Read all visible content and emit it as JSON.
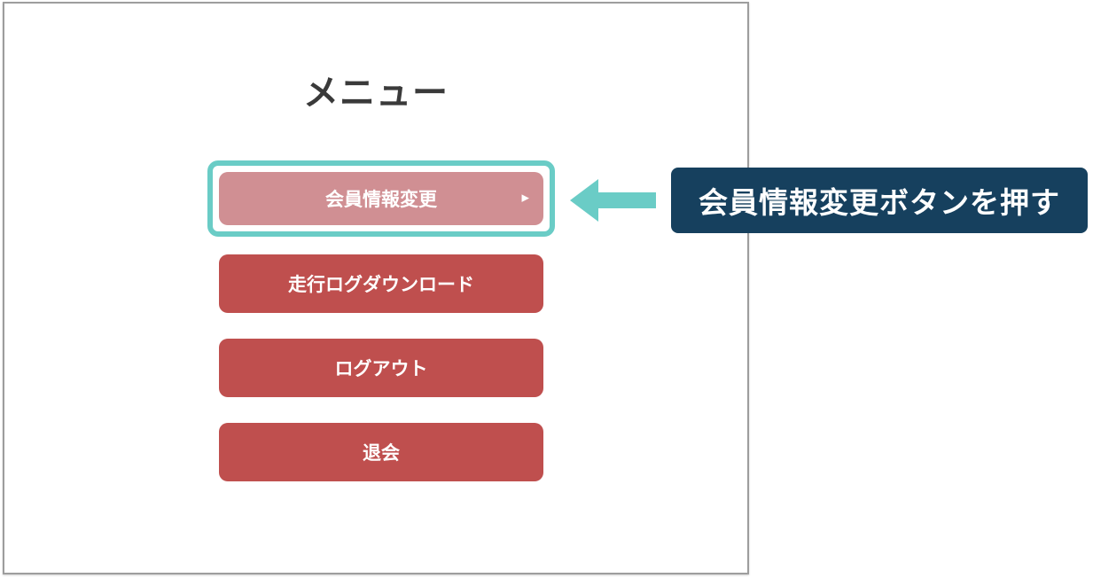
{
  "page": {
    "title": "メニュー"
  },
  "menu": {
    "items": [
      {
        "label": "会員情報変更",
        "state": "highlighted",
        "chevron": "▶"
      },
      {
        "label": "走行ログダウンロード",
        "state": "normal"
      },
      {
        "label": "ログアウト",
        "state": "normal"
      },
      {
        "label": "退会",
        "state": "normal"
      }
    ]
  },
  "annotation": {
    "label": "会員情報変更ボタンを押す",
    "arrow_icon": "arrow-left"
  },
  "colors": {
    "button_red": "#bf4f4e",
    "button_highlight_pink": "#d08f93",
    "highlight_teal": "#6accc6",
    "annotation_navy": "#16405e",
    "title_text": "#3a3a3a",
    "card_border": "#9d9d9d",
    "button_text": "#ffffff"
  }
}
